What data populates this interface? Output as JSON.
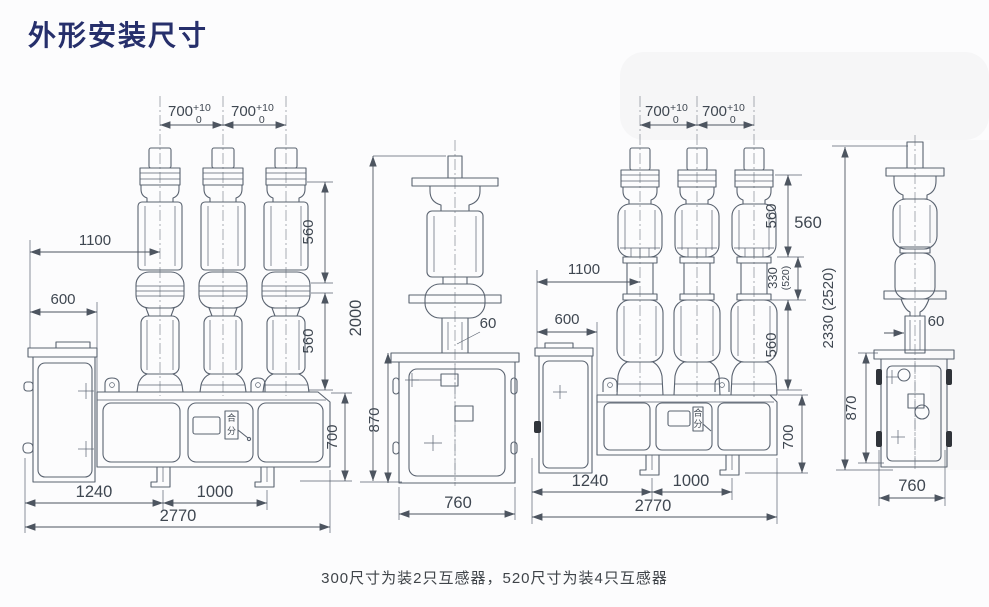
{
  "title": "外形安装尺寸",
  "caption": "300尺寸为装2只互感器，520尺寸为装4只互感器",
  "colors": {
    "title_text": "#262f6b",
    "line": "#5a6370",
    "dim_text": "#3f4751",
    "background": "#fcfcfd"
  },
  "front_left": {
    "pitch_left": {
      "value": "700",
      "upper_tol": "+10",
      "lower_tol": "0"
    },
    "pitch_right": {
      "value": "700",
      "upper_tol": "+10",
      "lower_tol": "0"
    },
    "d1100": "1100",
    "d600": "600",
    "d560_upper": "560",
    "d560_lower": "560",
    "d700_base": "700",
    "d1240": "1240",
    "d1000": "1000",
    "d2770": "2770",
    "close_label": "合",
    "open_label": "分"
  },
  "side_left": {
    "d2000": "2000",
    "d60": "60",
    "d870": "870",
    "d760": "760"
  },
  "front_right": {
    "pitch_left": {
      "value": "700",
      "upper_tol": "+10",
      "lower_tol": "0"
    },
    "pitch_right": {
      "value": "700",
      "upper_tol": "+10",
      "lower_tol": "0"
    },
    "d1100": "1100",
    "d600": "600",
    "d560_upper_rotated": "560",
    "d560_upper": "560",
    "d330": "330",
    "d520": "(520)",
    "d560_lower": "560",
    "d700_base": "700",
    "d1240": "1240",
    "d1000": "1000",
    "d2770": "2770",
    "close_label": "合",
    "open_label": "分"
  },
  "side_right": {
    "d2330": "2330 (2520)",
    "d60": "60",
    "d870": "870",
    "d760": "760"
  }
}
